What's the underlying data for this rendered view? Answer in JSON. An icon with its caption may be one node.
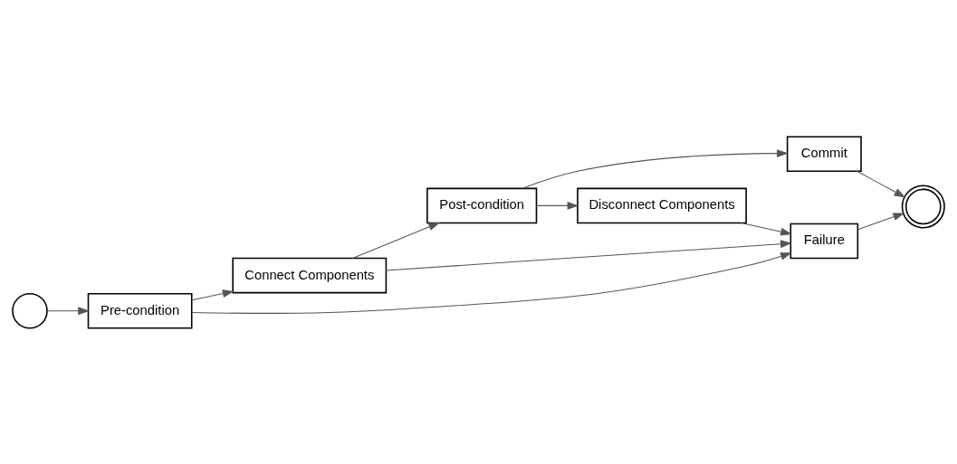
{
  "diagram": {
    "nodes": [
      {
        "text": [],
        "shape": "circle"
      },
      {
        "text": [
          "Pre-condition"
        ]
      },
      {
        "text": [
          "Connect Components"
        ]
      },
      {
        "text": [
          "Post-condition"
        ]
      },
      {
        "text": [
          "Commit"
        ]
      },
      {
        "text": [
          "Disconnect Components"
        ]
      },
      {
        "text": [
          "Failure"
        ]
      },
      {
        "text": [],
        "shape": "circle"
      }
    ],
    "edges": [
      {
        "from": 0,
        "to": 1,
        "arrow": "to"
      },
      {
        "from": 1,
        "to": 2,
        "arrow": "to"
      },
      {
        "from": 1,
        "to": 6,
        "arrow": "to"
      },
      {
        "from": 2,
        "to": 3,
        "arrow": "to"
      },
      {
        "from": 2,
        "to": 6,
        "arrow": "to"
      },
      {
        "from": 3,
        "to": 4,
        "arrow": "to"
      },
      {
        "from": 3,
        "to": 5,
        "arrow": "to"
      },
      {
        "from": 5,
        "to": 6,
        "arrow": "to"
      },
      {
        "from": 4,
        "to": 7,
        "arrow": "to"
      },
      {
        "from": 6,
        "to": 7,
        "arrow": "to"
      }
    ]
  }
}
